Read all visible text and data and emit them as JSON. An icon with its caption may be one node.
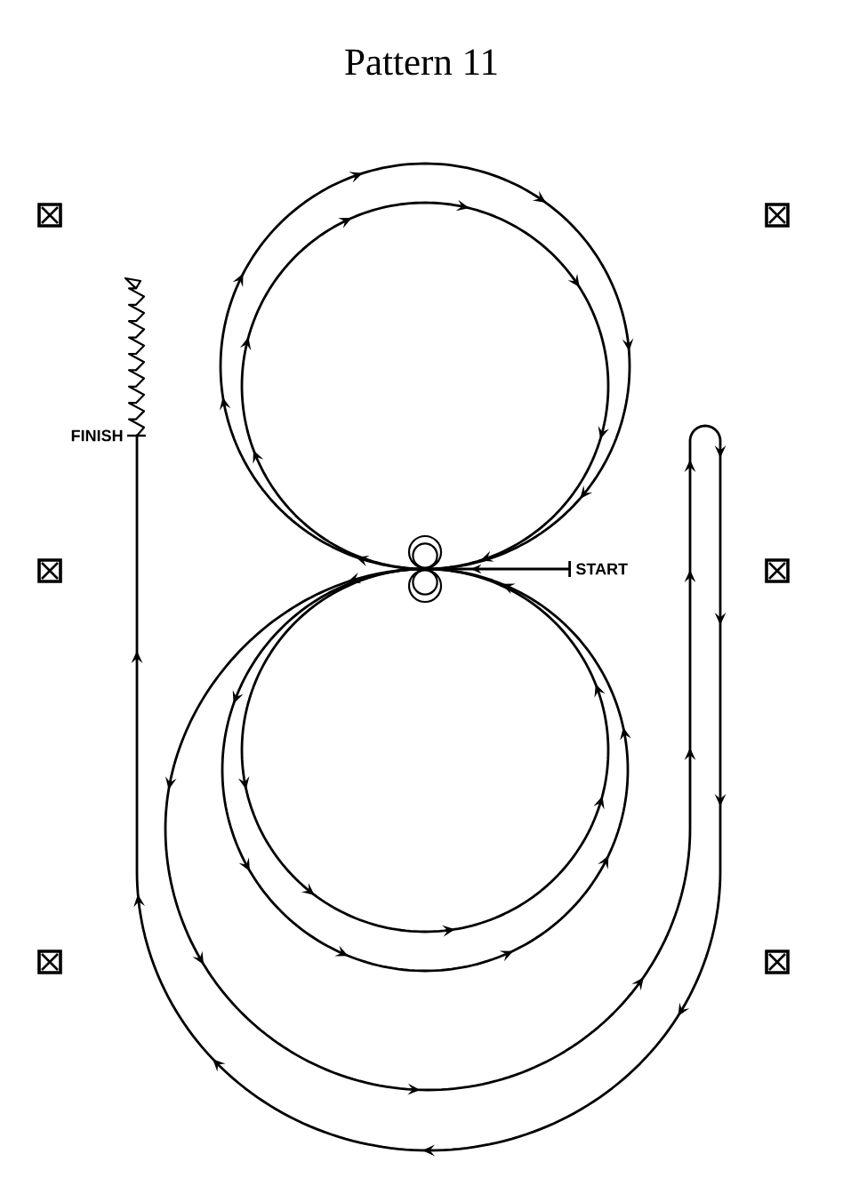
{
  "diagram": {
    "title": "Pattern 11",
    "nodes": [
      {
        "text": [],
        "shape": "circle"
      },
      {
        "text": [
          "START"
        ]
      }
    ],
    "edges": [
      {
        "from": 1,
        "to": 0,
        "arrow": "to"
      }
    ],
    "labels": [
      "FINISH"
    ]
  }
}
